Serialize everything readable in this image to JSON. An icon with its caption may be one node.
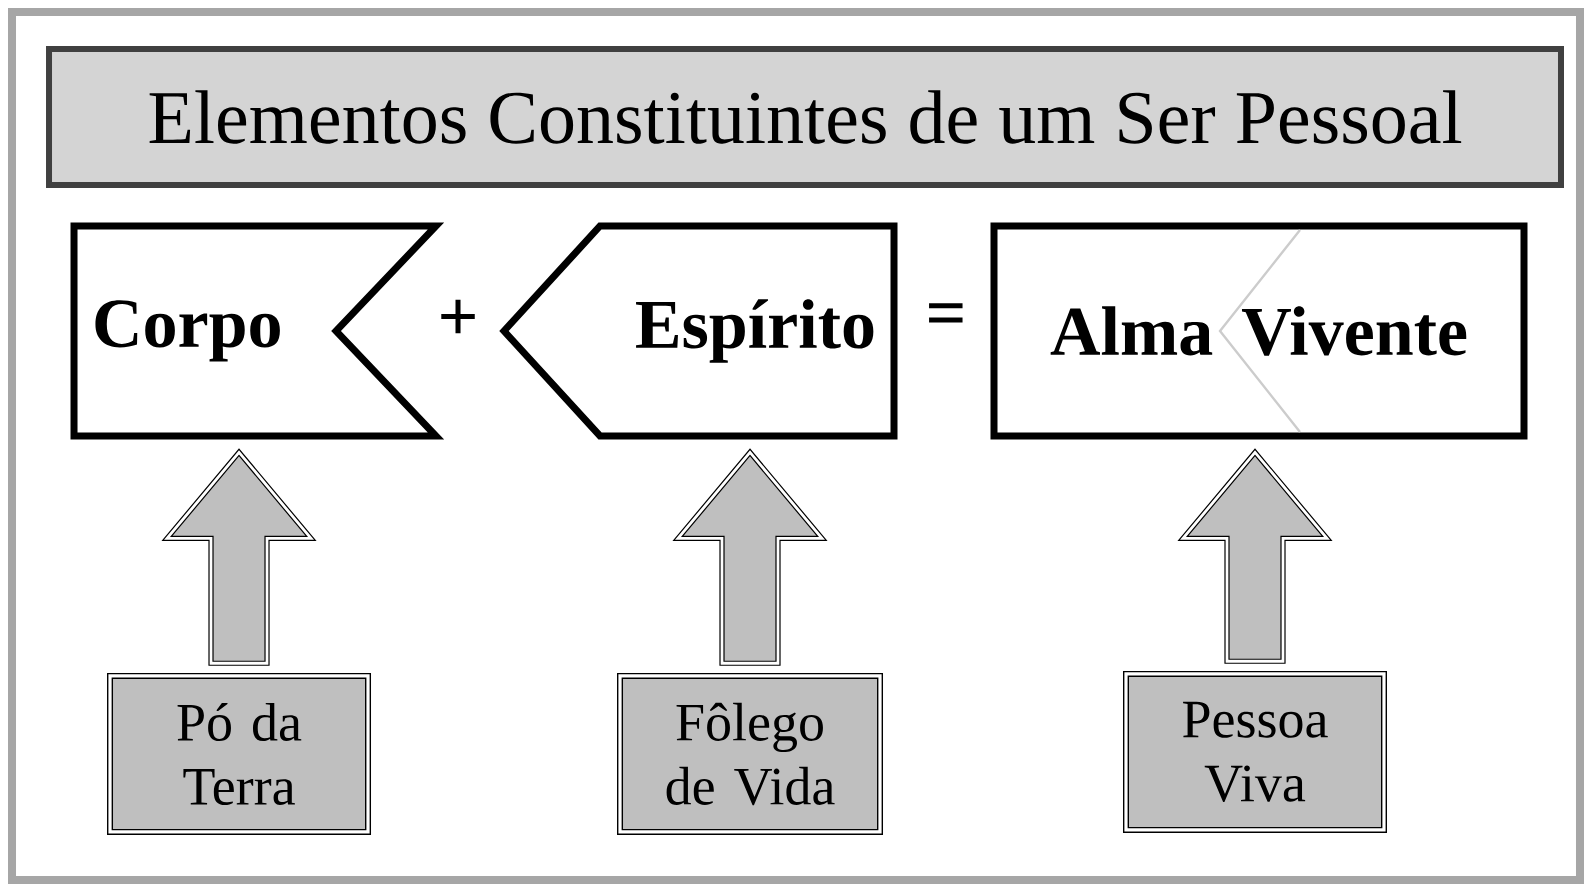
{
  "diagram": {
    "title": "Elementos Constituintes de um Ser Pessoal",
    "nodes": [
      {
        "text": [
          "Corpo"
        ]
      },
      {
        "text": [
          "Espírito"
        ]
      },
      {
        "text": [
          "Alma Vivente"
        ]
      },
      {
        "text": [
          "Pó da Terra"
        ]
      },
      {
        "text": [
          "Fôlego de Vida"
        ]
      },
      {
        "text": [
          "Pessoa Viva"
        ]
      }
    ],
    "edges": [
      {
        "from": 3,
        "to": 0,
        "arrow": "to"
      },
      {
        "from": 4,
        "to": 1,
        "arrow": "to"
      },
      {
        "from": 5,
        "to": 2,
        "arrow": "to"
      }
    ],
    "labels": [
      "+",
      "="
    ]
  }
}
